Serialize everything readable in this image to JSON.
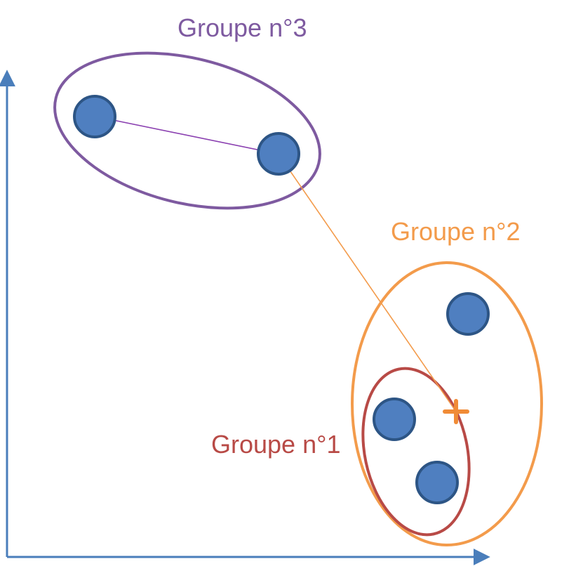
{
  "groups": [
    {
      "label": "Groupe n°1",
      "color": "#B84A46"
    },
    {
      "label": "Groupe n°2",
      "color": "#F39B4B"
    },
    {
      "label": "Groupe n°3",
      "color": "#7E5AA0"
    }
  ],
  "colors": {
    "axis": "#4A7EBB",
    "point_fill": "#4F7FC0",
    "point_stroke": "#2D5585",
    "centroid_marker": "#F08B36",
    "link_group3": "#8A3FB0",
    "link_centroid": "#F39B4B"
  },
  "centroid_marker": "plus-icon"
}
